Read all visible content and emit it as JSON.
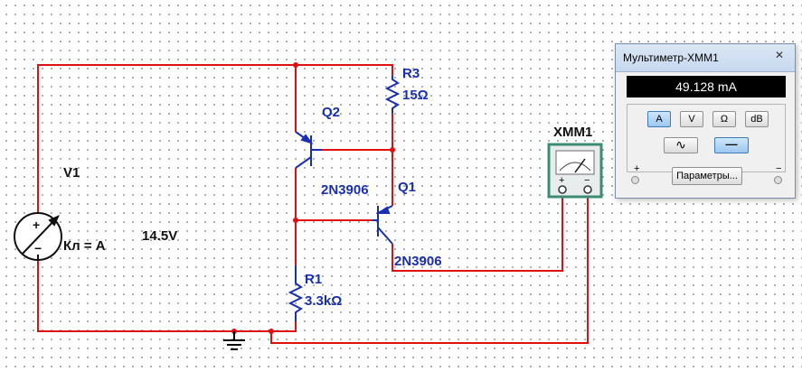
{
  "circuit": {
    "v1": {
      "name": "V1",
      "key": "Кл = A",
      "voltage": "14.5V"
    },
    "q2": {
      "name": "Q2"
    },
    "q1": {
      "name": "Q1",
      "model": "2N3906"
    },
    "q2_model": "2N3906",
    "r3": {
      "name": "R3",
      "value": "15Ω"
    },
    "r1": {
      "name": "R1",
      "value": "3.3kΩ"
    },
    "meter_symbol": {
      "name": "XMM1",
      "plus": "+",
      "minus": "−"
    }
  },
  "multimeter": {
    "title": "Мультиметр-XMM1",
    "close": "✕",
    "reading": "49.128 mA",
    "modes": [
      {
        "label": "A",
        "active": true
      },
      {
        "label": "V",
        "active": false
      },
      {
        "label": "Ω",
        "active": false
      },
      {
        "label": "dB",
        "active": false
      }
    ],
    "signal": [
      {
        "label": "∿",
        "active": false
      },
      {
        "label": "—",
        "active": true
      }
    ],
    "settings_label": "Параметры...",
    "plus": "+",
    "minus": "−"
  },
  "colors": {
    "wire": "#e01010",
    "component": "#1a2fb0",
    "ground": "#000000"
  }
}
